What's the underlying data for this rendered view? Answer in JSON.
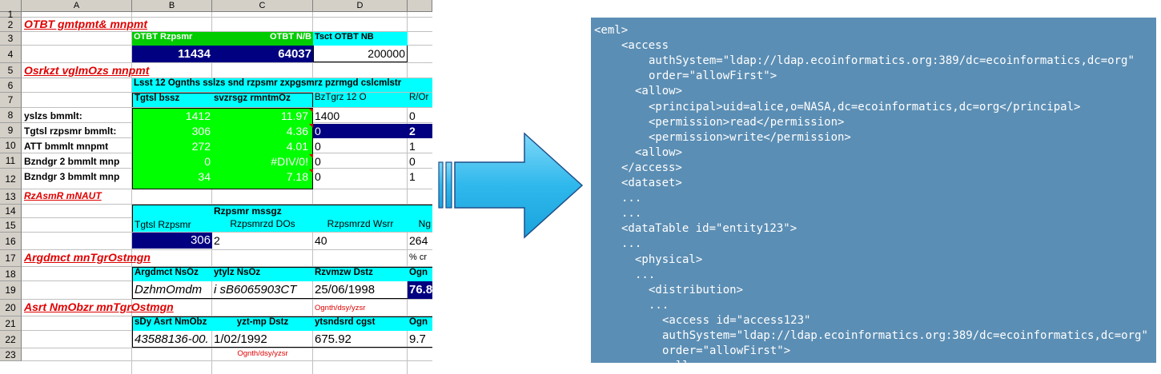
{
  "spreadsheet": {
    "columns": [
      "A",
      "B",
      "C",
      "D"
    ],
    "rows": [
      "1",
      "2",
      "3",
      "4",
      "5",
      "6",
      "7",
      "8",
      "9",
      "10",
      "11",
      "12",
      "13",
      "14",
      "15",
      "16",
      "17",
      "18",
      "19",
      "20",
      "21",
      "22",
      "23"
    ],
    "r1_title": "OTBT gmtpmt& mnpmt",
    "r2_b": "OTBT Rzpsmr",
    "r2_c": "OTBT N/B",
    "r2_d": "Tsct OTBT  NB",
    "r3_b": "11434",
    "r3_c": "64037",
    "r3_d": "200000",
    "r4_title": "Osrkzt vglmOzs mnpmt",
    "r5_b": "Lsst 12 Ognths sslzs snd rzpsmr zxpgsmrz pzrmgd cslcmlstr",
    "r6_b": "Tgtsl bssz",
    "r6_c": "svzrsgz rmntmOz",
    "r6_d": "BzTgrz 12 O",
    "r6_e": "R/Or",
    "r7_a": "yslzs bmmlt:",
    "r7_b": "1412",
    "r7_c": "11.97",
    "r7_d": "1400",
    "r7_e": "0",
    "r8_a": "Tgtsl rzpsmr bmmlt:",
    "r8_b": "306",
    "r8_c": "4.36",
    "r8_d": "0",
    "r8_e": "2",
    "r9_a": "ATT bmmlt mnpmt",
    "r9_b": "272",
    "r9_c": "4.01",
    "r9_d": "0",
    "r9_e": "1",
    "r10_a": "Bzndgr 2 bmmlt mnp",
    "r10_b": "0",
    "r10_c": "#DIV/0!",
    "r10_d": "0",
    "r10_e": "0",
    "r11_a": "Bzndgr 3 bmmlt mnp",
    "r11_b": "34",
    "r11_c": "7.18",
    "r11_d": "0",
    "r11_e": "1",
    "r12_title": "RzAsmR mNAUT",
    "r13_c": "Rzpsmr mssgz",
    "r14_b": "Tgtsl Rzpsmr",
    "r14_c": "Rzpsmrzd DOs",
    "r14_d": "Rzpsmrzd Wsrr",
    "r14_e": "Ng",
    "r15_b": "306",
    "r15_c": "2",
    "r15_d": "40",
    "r15_e": "264",
    "r16_title": "Argdmct mnTgrOstmgn",
    "r16_e": "% cr",
    "r17_b": "Argdmct NsOz",
    "r17_c": "ytylz NsOz",
    "r17_d": "Rzvmzw Dstz",
    "r17_e": "Ogn",
    "r18_b": "DzhmOmdm",
    "r18_c": "i sB6065903CT",
    "r18_d": "25/06/1998",
    "r18_e": "76.8",
    "r19_title": "Asrt NmObzr mnTgrOstmgn",
    "r19_d": "Ognth/dsy/yzsr",
    "r20_b": "sDy Asrt NmObz",
    "r20_c": "yzt-mp Dstz",
    "r20_d": "ytsndsrd cgst",
    "r20_e": "Ogn",
    "r21_b": "43588136-00.",
    "r21_c": "1/02/1992",
    "r21_d": "675.92",
    "r21_e": "9.7",
    "r22_c": "Ognth/dsy/yzsr"
  },
  "code_lines": [
    {
      "indent": 0,
      "text": "<eml>"
    },
    {
      "indent": 1,
      "text": "<access"
    },
    {
      "indent": 2,
      "text": "authSystem=\"ldap://ldap.ecoinformatics.org:389/dc=ecoinformatics,dc=org\""
    },
    {
      "indent": 2,
      "text": "order=\"allowFirst\">"
    },
    {
      "indent": 1.5,
      "text": "<allow>"
    },
    {
      "indent": 2,
      "text": "<principal>uid=alice,o=NASA,dc=ecoinformatics,dc=org</principal>"
    },
    {
      "indent": 2,
      "text": "<permission>read</permission>"
    },
    {
      "indent": 2,
      "text": "<permission>write</permission>"
    },
    {
      "indent": 1.5,
      "text": "<allow>"
    },
    {
      "indent": 1,
      "text": "</access>"
    },
    {
      "indent": 1,
      "text": "<dataset>"
    },
    {
      "indent": 1,
      "text": "..."
    },
    {
      "indent": 1,
      "text": "..."
    },
    {
      "indent": 1,
      "text": "<dataTable id=\"entity123\">"
    },
    {
      "indent": 1,
      "text": "..."
    },
    {
      "indent": 1.5,
      "text": "<physical>"
    },
    {
      "indent": 1.5,
      "text": "..."
    },
    {
      "indent": 2,
      "text": "<distribution>"
    },
    {
      "indent": 2,
      "text": "..."
    },
    {
      "indent": 2.5,
      "text": "<access id=\"access123\""
    },
    {
      "indent": 2.5,
      "text": "authSystem=\"ldap://ldap.ecoinformatics.org:389/dc=ecoinformatics,dc=org\""
    },
    {
      "indent": 2.5,
      "text": "order=\"allowFirst\">"
    },
    {
      "indent": 2.5,
      "text": "<allow>"
    }
  ],
  "colors": {
    "code_bg": "#5b8eb4",
    "arrow": "#33bdf0",
    "sheet_green": "#00ff00",
    "sheet_cyan": "#00ffff",
    "sheet_navy": "#000080",
    "sheet_red": "#e00000"
  }
}
